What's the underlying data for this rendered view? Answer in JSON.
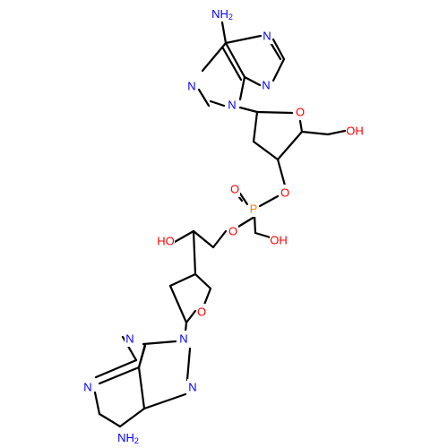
{
  "colors": {
    "bond": "#000000",
    "nitrogen": "#0000ff",
    "oxygen": "#ff0000",
    "phosphorus": "#ff8000",
    "background": "#ffffff"
  },
  "atoms": [
    {
      "id": "top-amine",
      "text": "NH2",
      "element": "N"
    },
    {
      "id": "top-n1",
      "text": "N",
      "element": "N"
    },
    {
      "id": "top-n3",
      "text": "N",
      "element": "N"
    },
    {
      "id": "top-n7",
      "text": "N",
      "element": "N"
    },
    {
      "id": "top-n9",
      "text": "N",
      "element": "N"
    },
    {
      "id": "top-ring-o",
      "text": "O",
      "element": "O"
    },
    {
      "id": "top-hydroxyl",
      "text": "OH",
      "element": "O"
    },
    {
      "id": "bridge-o-top",
      "text": "O",
      "element": "O"
    },
    {
      "id": "phosphorus",
      "text": "P",
      "element": "P"
    },
    {
      "id": "phosphoryl-o",
      "text": "O",
      "element": "O"
    },
    {
      "id": "phospho-hydroxyl",
      "text": "OH",
      "element": "O"
    },
    {
      "id": "bridge-o-bottom",
      "text": "O",
      "element": "O"
    },
    {
      "id": "bottom-hydroxyl",
      "text": "HO",
      "element": "O"
    },
    {
      "id": "bottom-ring-o",
      "text": "O",
      "element": "O"
    },
    {
      "id": "bottom-n9",
      "text": "N",
      "element": "N"
    },
    {
      "id": "bottom-n3",
      "text": "N",
      "element": "N"
    },
    {
      "id": "bottom-n1",
      "text": "N",
      "element": "N"
    },
    {
      "id": "bottom-n7",
      "text": "N",
      "element": "N"
    },
    {
      "id": "bottom-amine",
      "text": "NH2",
      "element": "N"
    }
  ]
}
